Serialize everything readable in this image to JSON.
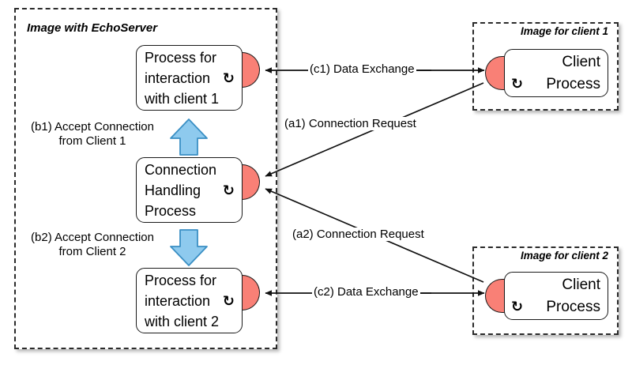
{
  "diagram": {
    "title_visible": false,
    "colors": {
      "socket": "#f98076",
      "block_arrow_fill": "#8ecaee",
      "block_arrow_stroke": "#3a8fc4",
      "outline": "#1a1a1a",
      "background": "#ffffff"
    }
  },
  "server_container": {
    "title": "Image with EchoServer"
  },
  "client1_container": {
    "title": "Image for client 1"
  },
  "client2_container": {
    "title": "Image for client 2"
  },
  "processes": {
    "interaction_client1": {
      "line1": "Process for",
      "line2": "interaction",
      "line3": "with client 1",
      "loop_icon": "↻"
    },
    "connection_handler": {
      "line1": "Connection",
      "line2": "Handling",
      "line3": "Process",
      "loop_icon": "↻"
    },
    "interaction_client2": {
      "line1": "Process for",
      "line2": "interaction",
      "line3": "with client 2",
      "loop_icon": "↻"
    },
    "client1_process": {
      "line1": "Client",
      "line2": "Process",
      "loop_icon": "↻"
    },
    "client2_process": {
      "line1": "Client",
      "line2": "Process",
      "loop_icon": "↻"
    }
  },
  "edges": {
    "c1": "(c1) Data Exchange",
    "a1": "(a1) Connection Request",
    "a2": "(a2) Connection Request",
    "c2": "(c2) Data Exchange"
  },
  "steps": {
    "b1_line1": "(b1) Accept Connection",
    "b1_line2": "from Client 1",
    "b2_line1": "(b2) Accept Connection",
    "b2_line2": "from Client 2"
  }
}
